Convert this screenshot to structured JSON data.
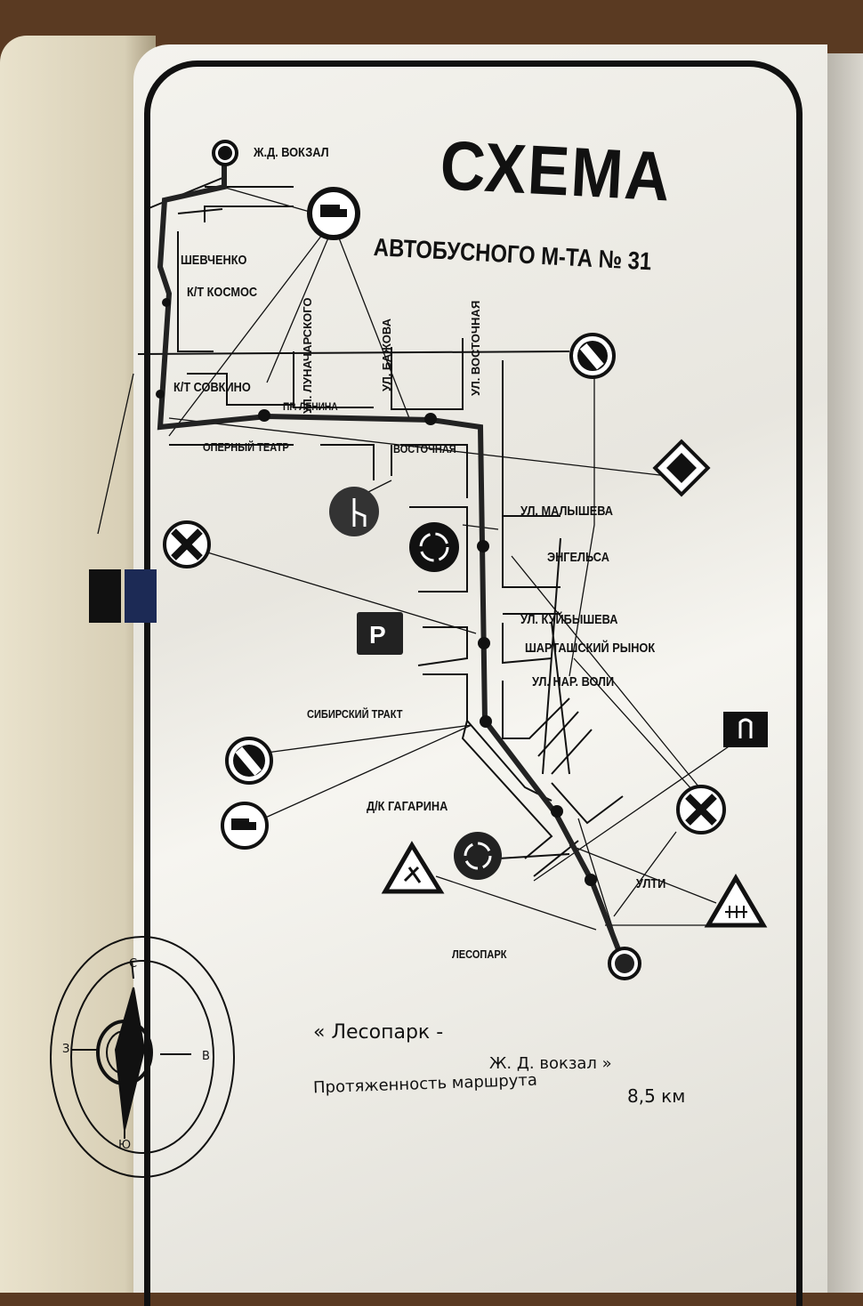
{
  "title": "СХЕМА",
  "subtitle": "АВТОБУСНОГО М-ТА № 31",
  "stops": {
    "start": "Ж.Д. ВОКЗАЛ",
    "shevchenko": "ШЕВЧЕНКО",
    "kosmos": "К/Т КОСМОС",
    "sovkino": "К/Т СОВКИНО",
    "opera": "ОПЕРНЫЙ ТЕАТР",
    "vostochnaya": "ВОСТОЧНАЯ",
    "engelsa": "ЭНГЕЛЬСА",
    "shartash": "ШАРТАШСКИЙ РЫНОК",
    "sibtrakt": "СИБИРСКИЙ ТРАКТ",
    "gagarina": "Д/К ГАГАРИНА",
    "ulti": "УЛТИ",
    "end": "ЛЕСОПАРК"
  },
  "streets": {
    "lunacharskogo": "УЛ. ЛУНАЧАРСКОГО",
    "bazhova": "УЛ. БАЖОВА",
    "vostochnaya": "УЛ. ВОСТОЧНАЯ",
    "lenina": "ПР. ЛЕНИНА",
    "malysheva": "УЛ. МАЛЫШЕВА",
    "kuibysheva": "УЛ. КУЙБЫШЕВА",
    "narvoli": "УЛ. НАР. ВОЛИ"
  },
  "signs": {
    "parking": "P"
  },
  "route_caption": {
    "line1": "« Лесопарк -",
    "line2": "Ж. Д. вокзал »",
    "length_label": "Протяженность маршрута",
    "length_value": "8,5 км"
  },
  "compass": {
    "n": "С",
    "s": "Ю",
    "w": "З",
    "e": "В"
  }
}
